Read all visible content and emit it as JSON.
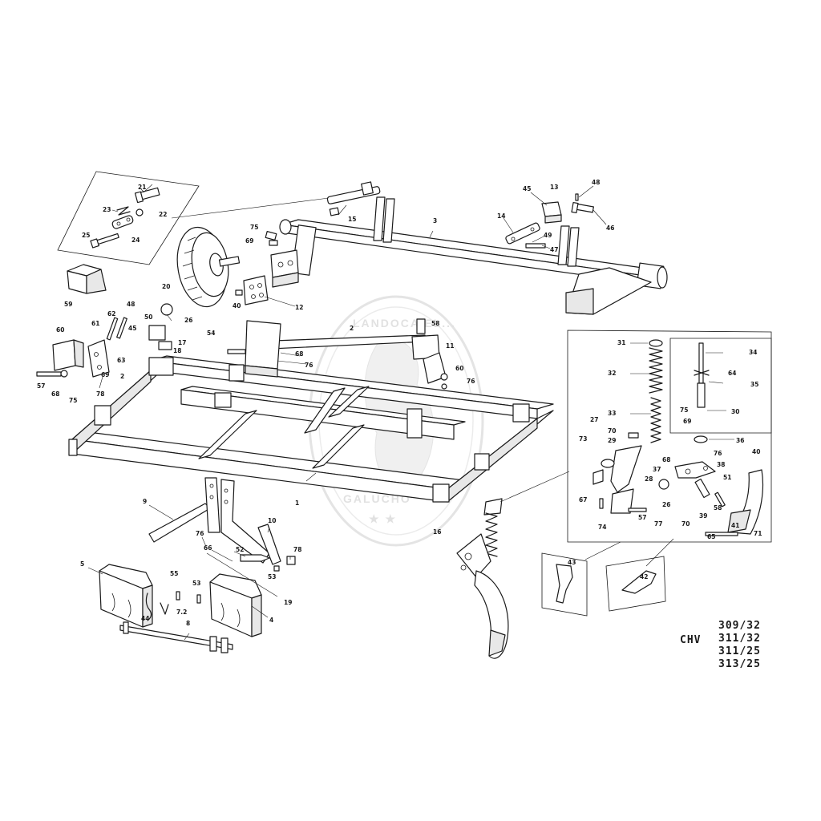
{
  "diagram": {
    "watermark": {
      "top_text": "LANDOCA EL...",
      "bottom_text": "GALUCHO",
      "stars": "★ ★"
    },
    "model_codes": {
      "series": "CHV",
      "lines": [
        "309/32",
        "311/32",
        "311/25",
        "313/25"
      ]
    },
    "callouts": {
      "c21": "21",
      "c23": "23",
      "c22": "22",
      "c25": "25",
      "c24": "24",
      "c59": "59",
      "c20": "20",
      "c15": "15",
      "c2": "2",
      "c3": "3",
      "c75a": "75",
      "c69a": "69",
      "c40a": "40",
      "c12": "12",
      "c45": "45",
      "c13": "13",
      "c48a": "48",
      "c46": "46",
      "c14": "14",
      "c49": "49",
      "c47": "47",
      "c60": "60",
      "c61": "61",
      "c62": "62",
      "c48b": "48",
      "c45b": "45",
      "c26": "26",
      "c50": "50",
      "c17": "17",
      "c18": "18",
      "c63": "63",
      "c69b": "69",
      "c57a": "57",
      "c68a": "68",
      "c75b": "75",
      "c78": "78",
      "c54": "54",
      "c2b": "2",
      "c58": "58",
      "c68b": "68",
      "c76a": "76",
      "c11": "11",
      "c60b": "60",
      "c76b": "76",
      "c1": "1",
      "c31": "31",
      "c32": "32",
      "c33": "33",
      "c34": "34",
      "c64": "64",
      "c35": "35",
      "c30": "30",
      "c27": "27",
      "c73": "73",
      "c70a": "70",
      "c29": "29",
      "c75c": "75",
      "c69c": "69",
      "c36": "36",
      "c76c": "76",
      "c38": "38",
      "c37": "37",
      "c68c": "68",
      "c28": "28",
      "c51": "51",
      "c40b": "40",
      "c67": "67",
      "c26b": "26",
      "c39": "39",
      "c58b": "58",
      "c41": "41",
      "c74": "74",
      "c57b": "57",
      "c77": "77",
      "c70b": "70",
      "c65": "65",
      "c71": "71",
      "c9": "9",
      "c76d": "76",
      "c10": "10",
      "c66": "66",
      "c52": "52",
      "c78b": "78",
      "c53": "53",
      "c5": "5",
      "c55": "55",
      "c19": "19",
      "c44": "44",
      "c72": "7.2",
      "c53b": "53",
      "c4": "4",
      "c8": "8",
      "c16": "16",
      "c43": "43",
      "c42": "42"
    }
  }
}
